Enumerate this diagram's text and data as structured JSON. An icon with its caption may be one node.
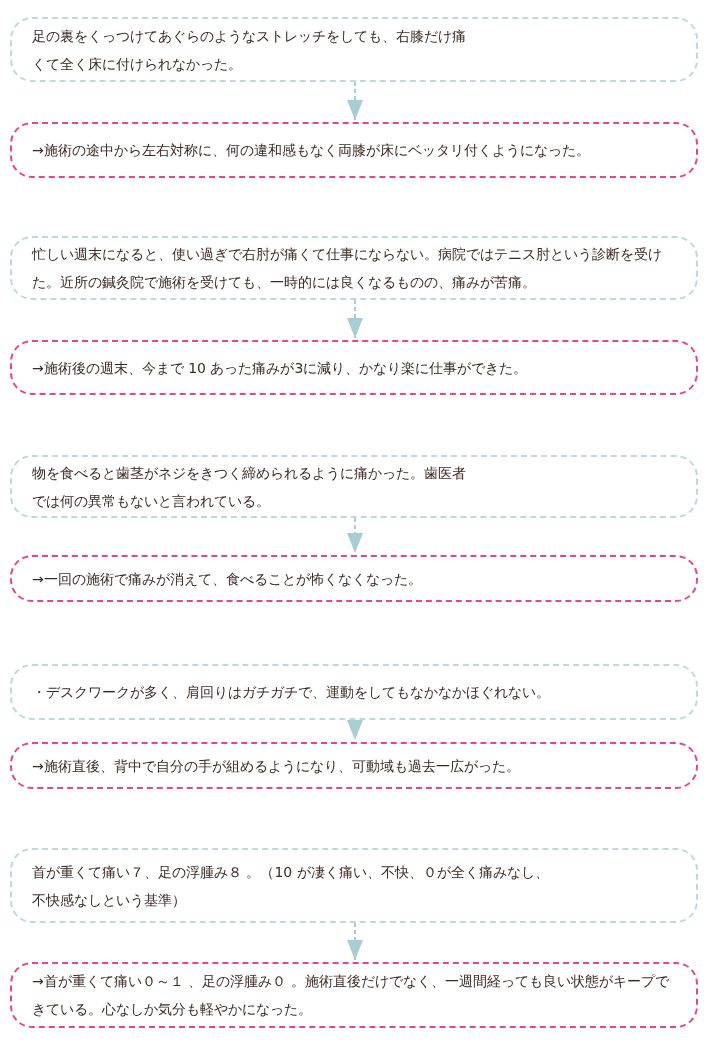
{
  "diagram": {
    "nodes": [
      {
        "text": [
          "足の裏をくっつけてあぐらのようなストレッチをしても、右膝だけ痛くて全く床に付けられなかった。"
        ]
      },
      {
        "text": [
          "→施術の途中から左右対称に、何の違和感もなく両膝が床にベッタリ付くようになった。"
        ]
      },
      {
        "text": [
          "忙しい週末になると、使い過ぎで右肘が痛くて仕事にならない。病院ではテニス肘という診断を受けた。近所の鍼灸院で施術を受けても、一時的には良くなるものの、痛みが苦痛。"
        ]
      },
      {
        "text": [
          "→施術後の週末、今まで 10 あった痛みが3に減り、かなり楽に仕事ができた。"
        ]
      },
      {
        "text": [
          "物を食べると歯茎がネジをきつく締められるように痛かった。歯医者では何の異常もないと言われている。"
        ]
      },
      {
        "text": [
          "→一回の施術で痛みが消えて、食べることが怖くなくなった。"
        ]
      },
      {
        "text": [
          "・デスクワークが多く、肩回りはガチガチで、運動をしてもなかなかほぐれない。"
        ]
      },
      {
        "text": [
          "→施術直後、背中で自分の手が組めるようになり、可動域も過去一広がった。"
        ]
      },
      {
        "text": [
          "首が重くて痛い７、足の浮腫み８ 。（10 が凄く痛い、不快、０が全く痛みなし、不快感なしという基準）"
        ]
      },
      {
        "text": [
          "→首が重くて痛い０～１ 、足の浮腫み０ 。施術直後だけでなく、一週間経っても良い状態がキープできている。心なしか気分も軽やかになった。"
        ]
      }
    ],
    "edges": [
      {
        "from": 0,
        "to": 1,
        "arrow": "to",
        "style": "dashed"
      },
      {
        "from": 2,
        "to": 3,
        "arrow": "to",
        "style": "dashed"
      },
      {
        "from": 4,
        "to": 5,
        "arrow": "to",
        "style": "dashed"
      },
      {
        "from": 6,
        "to": 7,
        "arrow": "to",
        "style": "dashed"
      },
      {
        "from": 8,
        "to": 9,
        "arrow": "to",
        "style": "dashed"
      }
    ]
  }
}
